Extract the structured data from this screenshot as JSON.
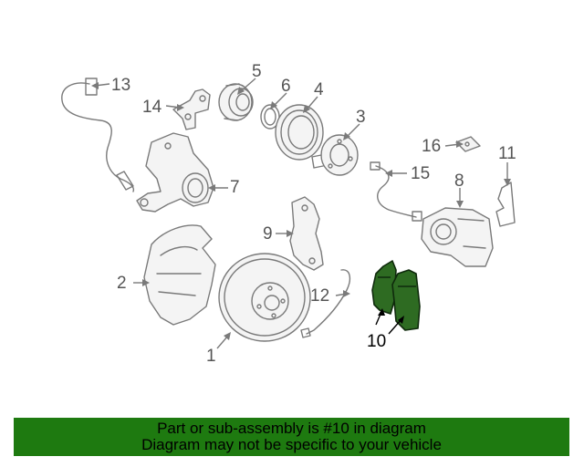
{
  "diagram": {
    "callouts": [
      {
        "id": "1",
        "label": "1"
      },
      {
        "id": "2",
        "label": "2"
      },
      {
        "id": "3",
        "label": "3"
      },
      {
        "id": "4",
        "label": "4"
      },
      {
        "id": "5",
        "label": "5"
      },
      {
        "id": "6",
        "label": "6"
      },
      {
        "id": "7",
        "label": "7"
      },
      {
        "id": "8",
        "label": "8"
      },
      {
        "id": "9",
        "label": "9"
      },
      {
        "id": "10",
        "label": "10"
      },
      {
        "id": "11",
        "label": "11"
      },
      {
        "id": "12",
        "label": "12"
      },
      {
        "id": "13",
        "label": "13"
      },
      {
        "id": "14",
        "label": "14"
      },
      {
        "id": "15",
        "label": "15"
      },
      {
        "id": "16",
        "label": "16"
      }
    ],
    "highlighted_part": "10",
    "colors": {
      "highlight_fill": "#2e6b22",
      "line_art": "#7a7a7a",
      "banner_bg": "#1e7a10"
    }
  },
  "banner": {
    "line1": "Part or sub-assembly is #10 in diagram",
    "line2": "Diagram may not be specific to your vehicle"
  }
}
